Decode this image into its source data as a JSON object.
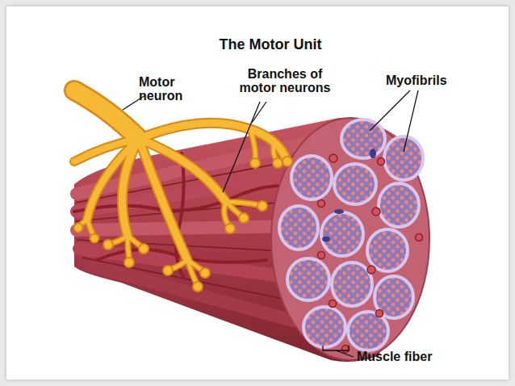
{
  "diagram": {
    "title": "The Motor Unit",
    "labels": [
      "Motor neuron",
      "Branches of motor neurons",
      "Myofibrils",
      "Muscle fiber"
    ]
  }
}
